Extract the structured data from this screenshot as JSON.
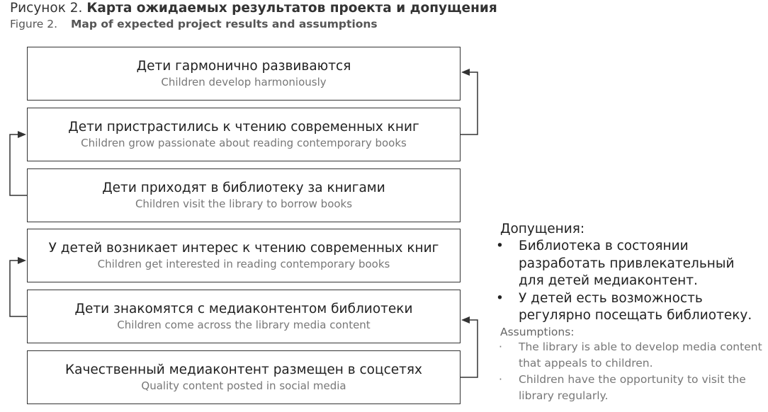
{
  "figure": {
    "label_ru": "Рисунок 2.",
    "title_ru": "Карта ожидаемых результатов проекта и допущения",
    "label_en": "Figure 2.",
    "title_en": "Map of expected project results and assumptions"
  },
  "boxes": [
    {
      "ru": "Дети гармонично развиваются",
      "en": "Children develop harmoniously"
    },
    {
      "ru": "Дети пристрастились к чтению современных книг",
      "en": "Children grow passionate about reading contemporary books"
    },
    {
      "ru": "Дети приходят в библиотеку за книгами",
      "en": "Children visit the library to borrow books"
    },
    {
      "ru": "У детей возникает интерес к чтению современных книг",
      "en": "Children get interested in reading contemporary books"
    },
    {
      "ru": "Дети знакомятся с медиаконтентом библиотеки",
      "en": "Children come across the library media content"
    },
    {
      "ru": "Качественный медиаконтент размещен в соцсетях",
      "en": "Quality content posted in social media"
    }
  ],
  "assumptions": {
    "heading_ru": "Допущения:",
    "bullet_ru": "•",
    "items_ru": [
      "Библиотека в состоянии разработать привлекательный для детей медиаконтент.",
      "У детей есть возможность регулярно посещать библиотеку."
    ],
    "heading_en": "Assumptions:",
    "bullet_en": "·",
    "items_en": [
      "The library is able to develop media content that appeals to children.",
      "Children have the opportunity to visit the library regularly."
    ]
  }
}
